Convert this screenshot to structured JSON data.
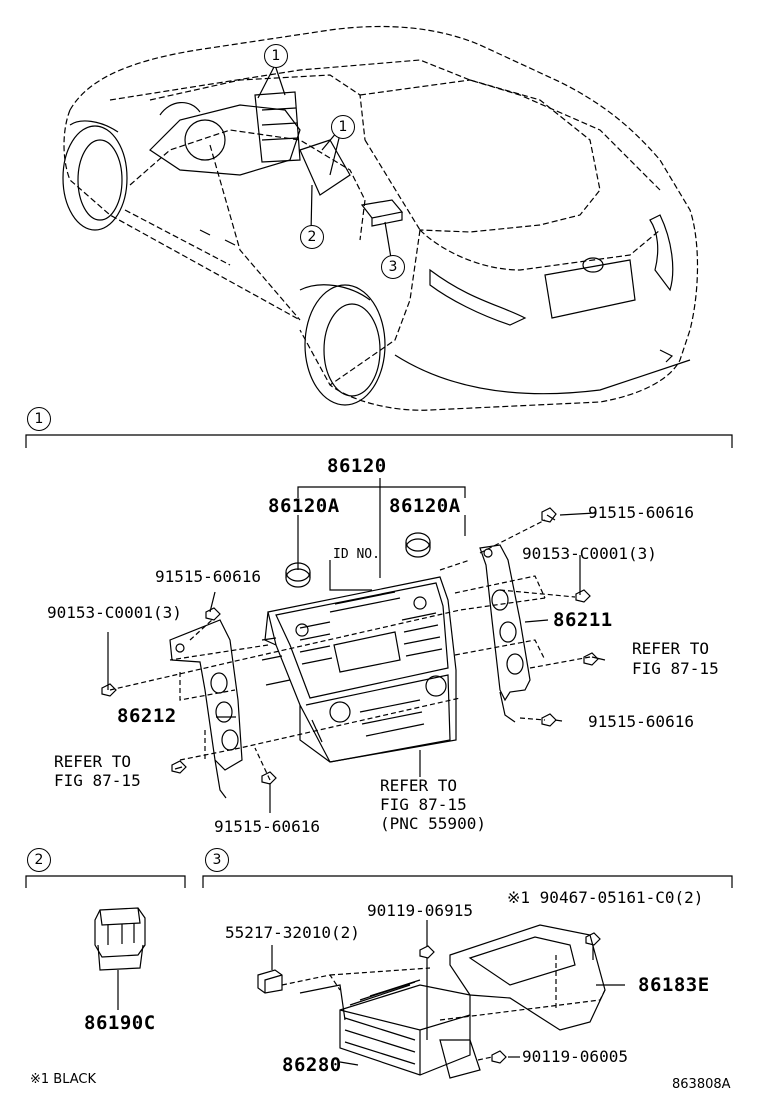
{
  "callouts": {
    "c1a": "1",
    "c1b": "1",
    "c2": "2",
    "c3": "3",
    "s1": "1",
    "s2": "2",
    "s3": "3"
  },
  "parts": {
    "p86120": "86120",
    "p86120A_left": "86120A",
    "p86120A_right": "86120A",
    "id_no": "ID NO.",
    "screw_top_right": "91515-60616",
    "nut_right": "90153-C0001(3)",
    "p86211": "86211",
    "refer_right_1": "REFER TO",
    "refer_right_2": "FIG 87-15",
    "screw_right_bottom": "91515-60616",
    "screw_left_top": "91515-60616",
    "nut_left": "90153-C0001(3)",
    "p86212": "86212",
    "refer_left_1": "REFER TO",
    "refer_left_2": "FIG 87-15",
    "screw_left_bottom": "91515-60616",
    "refer_center_1": "REFER TO",
    "refer_center_2": "FIG 87-15",
    "refer_center_3": "(PNC 55900)",
    "p86190C": "86190C",
    "screw_s3_a": "90119-06915",
    "clip_s3": "55217-32010(2)",
    "bolt_s3": "※1 90467-05161-C0(2)",
    "p86183E": "86183E",
    "p86280": "86280",
    "screw_s3_b": "90119-06005"
  },
  "footer": {
    "note": "※1 BLACK",
    "fig_id": "863808A"
  }
}
